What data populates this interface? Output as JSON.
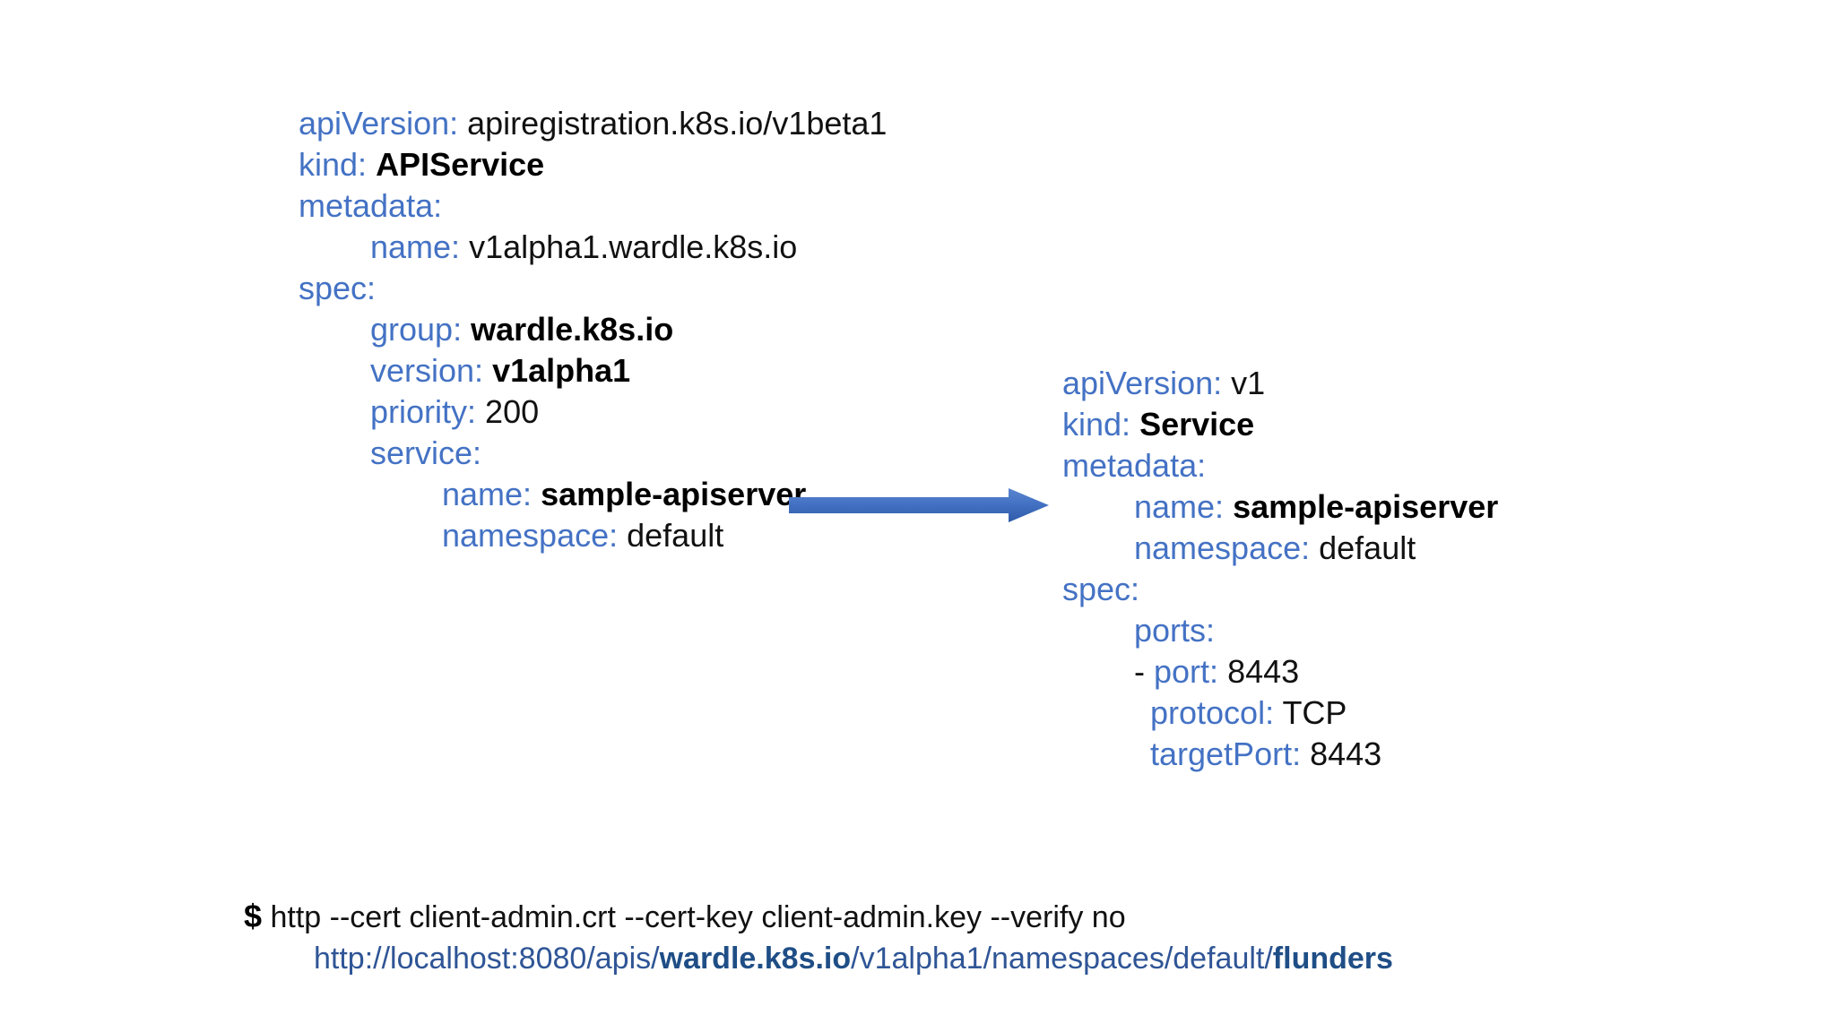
{
  "colors": {
    "key_blue": "#4472C4",
    "value_black": "#111111",
    "url_blue": "#2F5596",
    "url_bold_blue": "#1F4E86",
    "arrow_blue": "#4472C4",
    "background": "#FFFFFF"
  },
  "apiservice_block": {
    "name": "APIService manifest",
    "lines": [
      {
        "indent": 0,
        "key": "apiVersion:",
        "value": "apiregistration.k8s.io/v1beta1",
        "bold": false
      },
      {
        "indent": 0,
        "key": "kind:",
        "value": "APIService",
        "bold": true
      },
      {
        "indent": 0,
        "key": "metadata:",
        "value": "",
        "bold": false
      },
      {
        "indent": 1,
        "key": "name:",
        "value": "v1alpha1.wardle.k8s.io",
        "bold": false
      },
      {
        "indent": 0,
        "key": "spec:",
        "value": "",
        "bold": false
      },
      {
        "indent": 1,
        "key": "group:",
        "value": "wardle.k8s.io",
        "bold": true
      },
      {
        "indent": 1,
        "key": "version:",
        "value": "v1alpha1",
        "bold": true
      },
      {
        "indent": 1,
        "key": "priority:",
        "value": "200",
        "bold": false
      },
      {
        "indent": 1,
        "key": "service:",
        "value": "",
        "bold": false
      },
      {
        "indent": 2,
        "key": "name:",
        "value": "sample-apiserver",
        "bold": true
      },
      {
        "indent": 2,
        "key": "namespace:",
        "value": "default",
        "bold": false
      }
    ]
  },
  "service_block": {
    "name": "Service manifest",
    "lines": [
      {
        "indent": 0,
        "key": "apiVersion:",
        "value": "v1",
        "bold": false
      },
      {
        "indent": 0,
        "key": "kind:",
        "value": "Service",
        "bold": true
      },
      {
        "indent": 0,
        "key": "metadata:",
        "value": "",
        "bold": false
      },
      {
        "indent": 1,
        "key": "name:",
        "value": "sample-apiserver",
        "bold": true
      },
      {
        "indent": 1,
        "key": "namespace:",
        "value": "default",
        "bold": false
      },
      {
        "indent": 0,
        "key": "spec:",
        "value": "",
        "bold": false
      },
      {
        "indent": 1,
        "key": "ports:",
        "value": "",
        "bold": false
      },
      {
        "indent": 1,
        "dash": "-",
        "key": "port:",
        "value": "8443",
        "bold": false
      },
      {
        "indent": 1,
        "cont": true,
        "key": "protocol:",
        "value": "TCP",
        "bold": false
      },
      {
        "indent": 1,
        "cont": true,
        "key": "targetPort:",
        "value": "8443",
        "bold": false
      }
    ]
  },
  "arrow": {
    "label": "apiservice-to-service-arrow",
    "direction": "right"
  },
  "command": {
    "prompt": "$",
    "line1": "http --cert client-admin.crt --cert-key client-admin.key --verify no",
    "url_parts": [
      {
        "text": "http://localhost:8080/apis/",
        "bold": false
      },
      {
        "text": "wardle.k8s.io",
        "bold": true
      },
      {
        "text": "/v1alpha1/namespaces/default/",
        "bold": false
      },
      {
        "text": "flunders",
        "bold": true
      }
    ]
  }
}
